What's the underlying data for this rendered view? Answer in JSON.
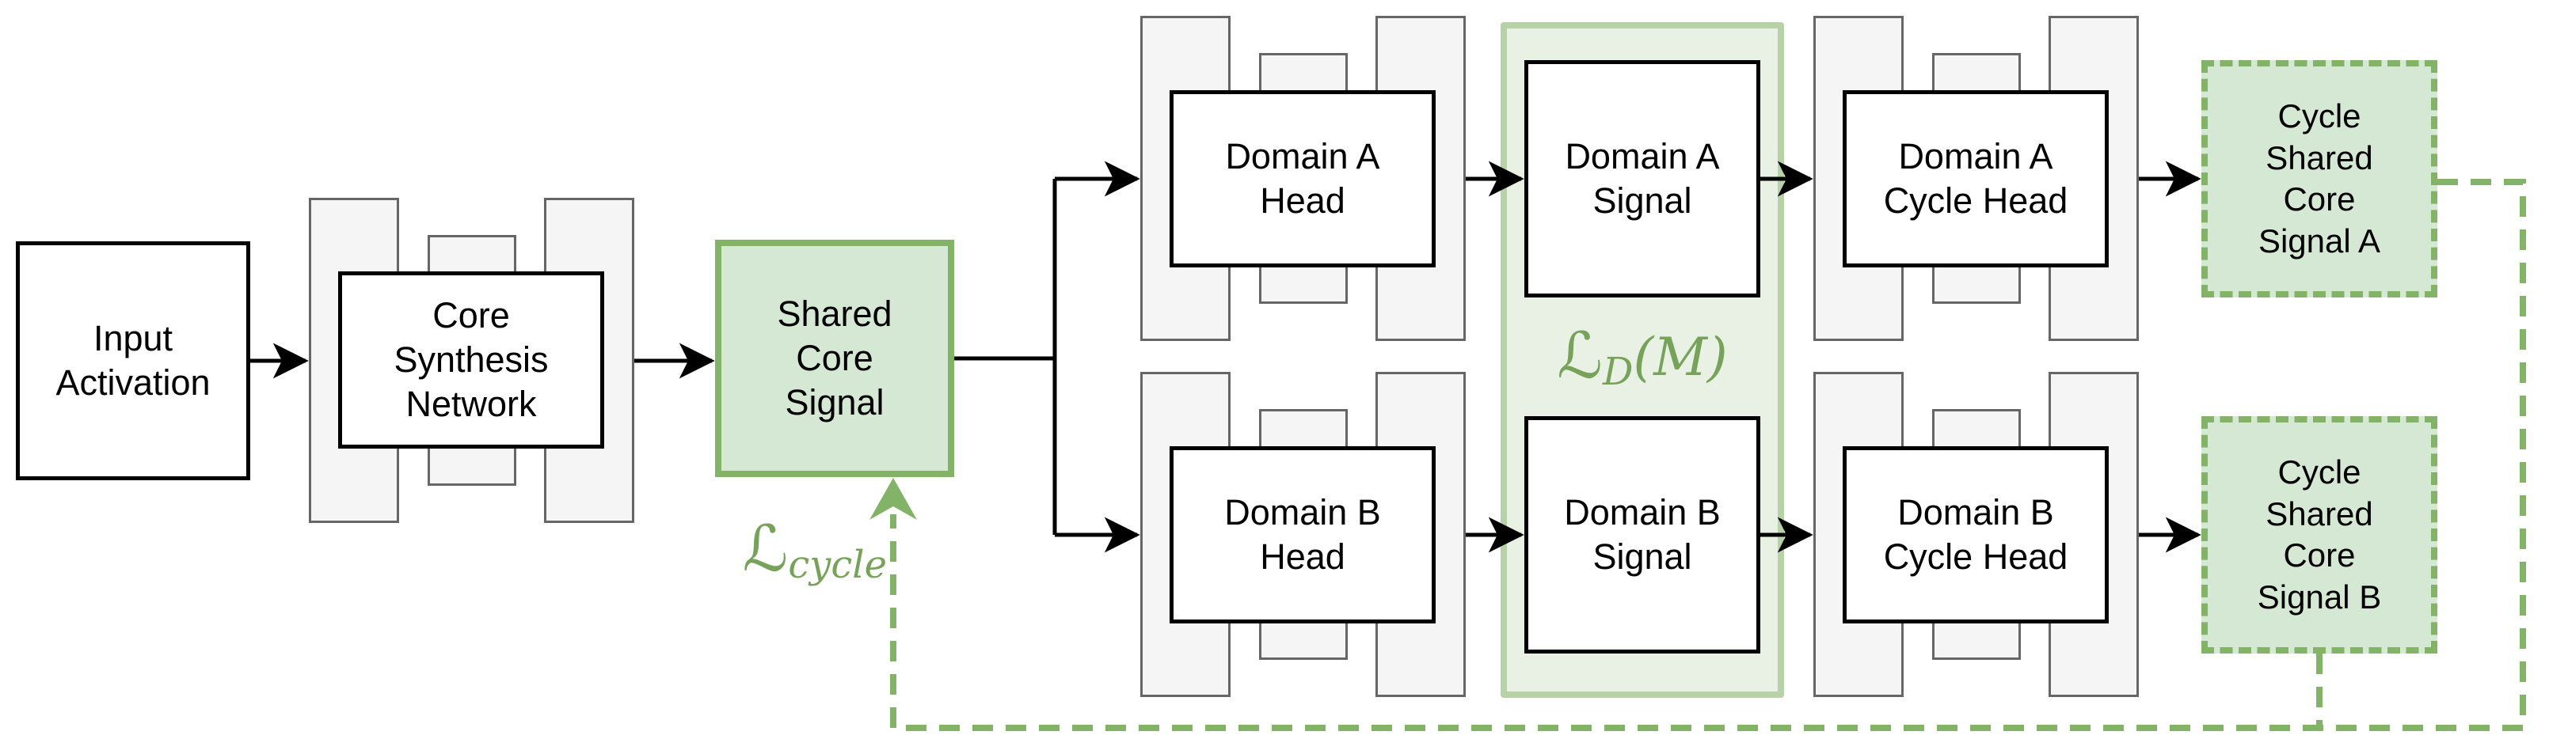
{
  "diagram": {
    "title_hint": "cycle-consistent dual-domain signal synthesis architecture",
    "nodes": {
      "input": {
        "label": "Input\nActivation"
      },
      "core_network": {
        "label": "Core\nSynthesis\nNetwork"
      },
      "shared_core": {
        "label": "Shared\nCore\nSignal"
      },
      "domain_a_head": {
        "label": "Domain A\nHead"
      },
      "domain_b_head": {
        "label": "Domain B\nHead"
      },
      "domain_a_signal": {
        "label": "Domain A\nSignal"
      },
      "domain_b_signal": {
        "label": "Domain B\nSignal"
      },
      "domain_a_cycle_head": {
        "label": "Domain A\nCycle Head"
      },
      "domain_b_cycle_head": {
        "label": "Domain B\nCycle Head"
      },
      "cycle_shared_a": {
        "label": "Cycle\nShared\nCore\nSignal A"
      },
      "cycle_shared_b": {
        "label": "Cycle\nShared\nCore\nSignal B"
      }
    },
    "annotations": {
      "cycle_loss": {
        "mathcal": "ℒ",
        "sub": "cycle"
      },
      "discriminator_loss": {
        "mathcal": "ℒ",
        "sub": "D",
        "suffix": "(M)"
      }
    },
    "colors": {
      "green_border": "#82b366",
      "green_fill": "#d5e8d4",
      "region_fill": "#e8f1e4",
      "region_border": "#b8d2a8",
      "math_green": "#76a359",
      "bar_fill": "#f5f5f5",
      "bar_border": "#666666",
      "line_black": "#000000"
    }
  }
}
